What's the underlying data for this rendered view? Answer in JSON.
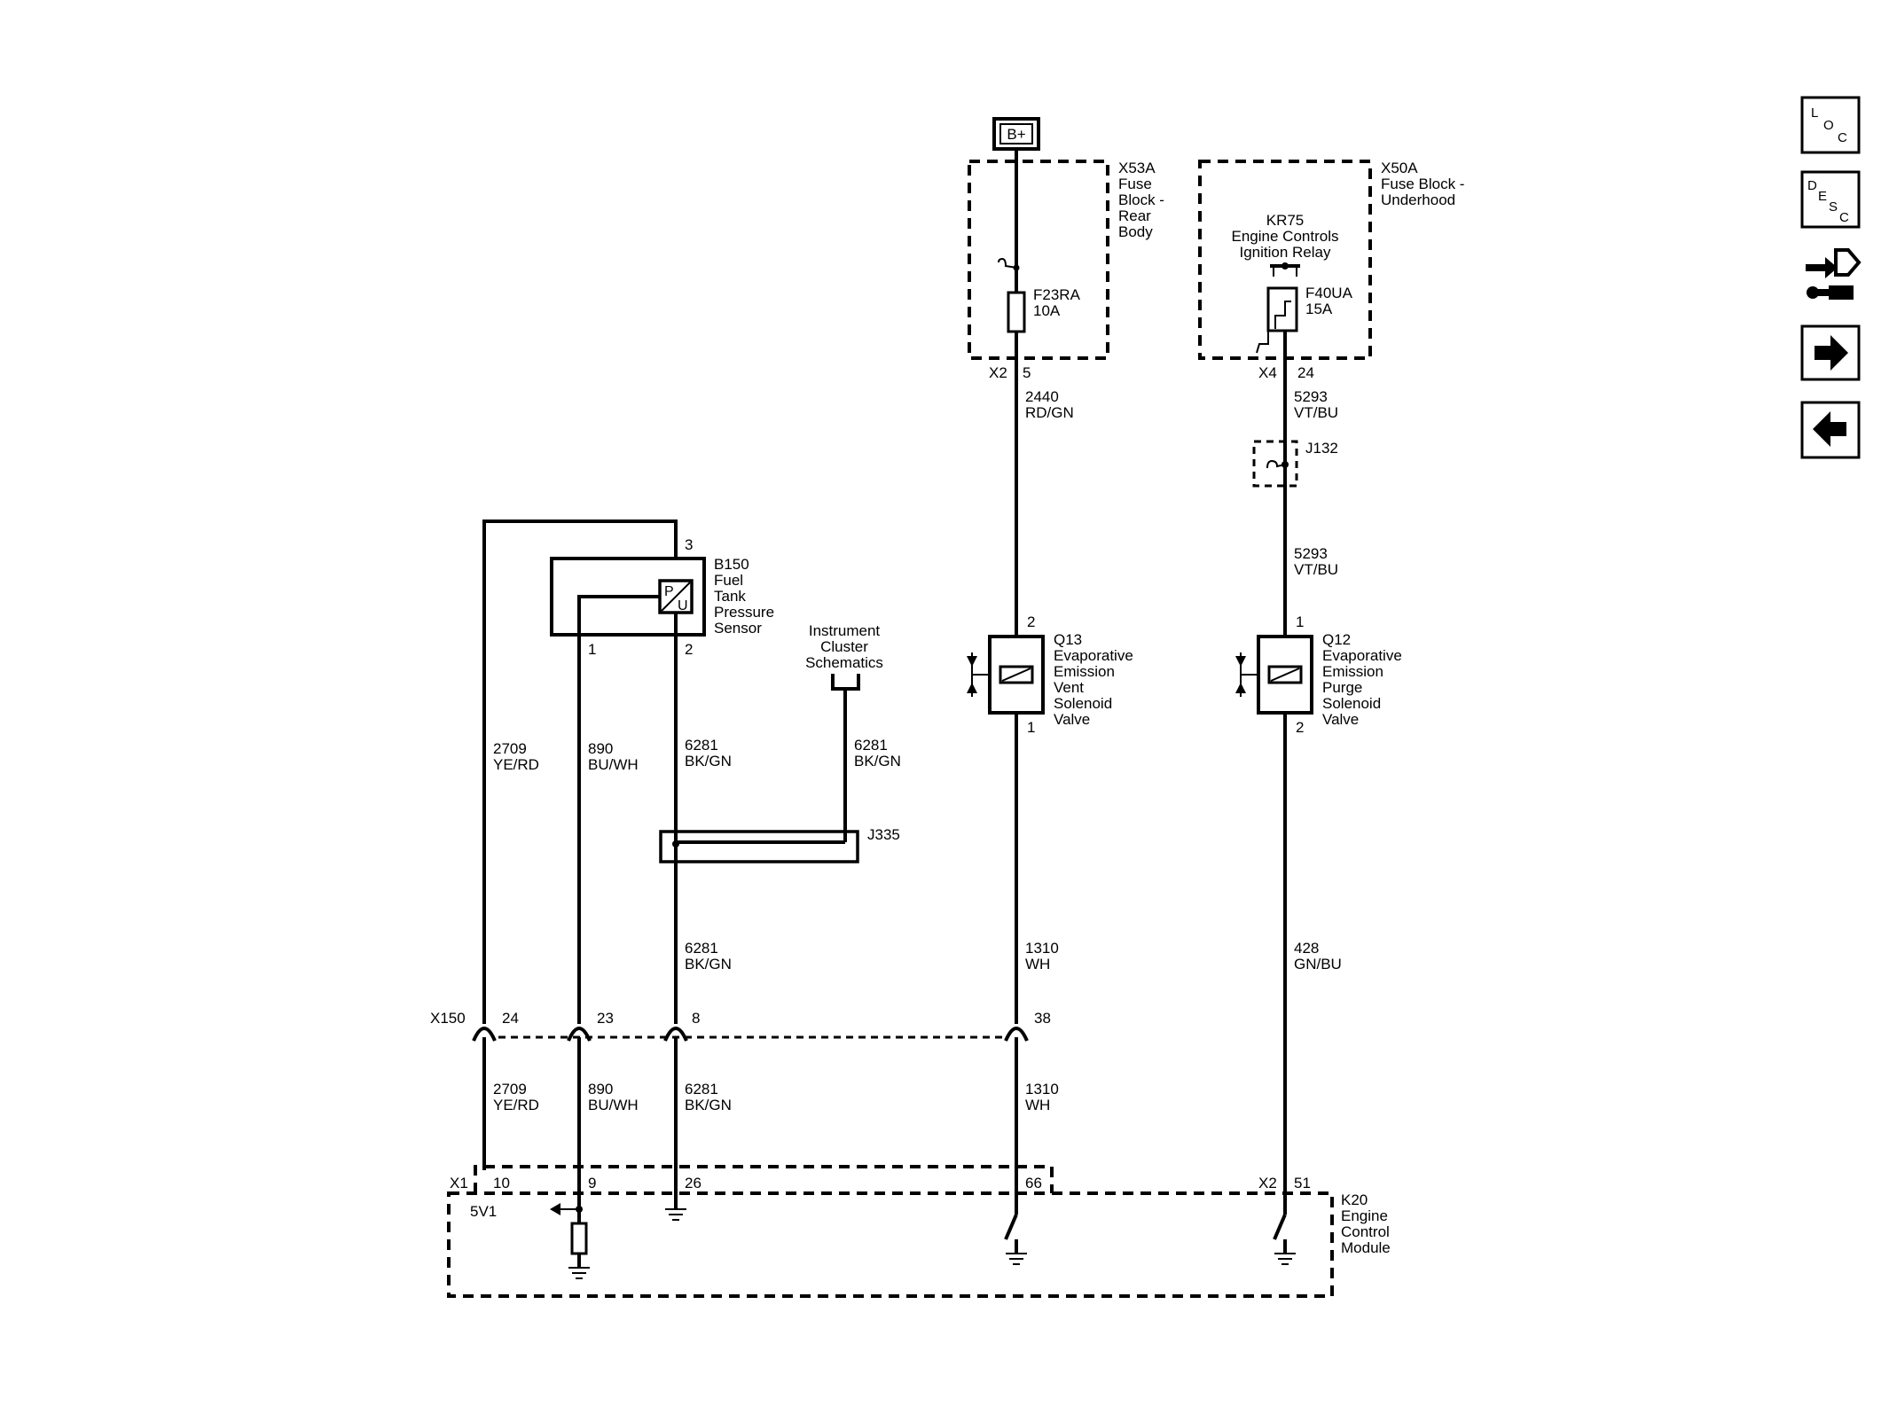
{
  "power_source": "B+",
  "fuse_block_rear": {
    "id": "X53A",
    "name": [
      "Fuse",
      "Block -",
      "Rear",
      "Body"
    ],
    "fuse": "F23RA",
    "rating": "10A",
    "connector": "X2",
    "pin": "5"
  },
  "fuse_block_underhood": {
    "id": "X50A",
    "name": [
      "Fuse Block -",
      "Underhood"
    ],
    "relay_id": "KR75",
    "relay_name": [
      "Engine Controls",
      "Ignition Relay"
    ],
    "fuse": "F40UA",
    "rating": "15A",
    "connector": "X4",
    "pin": "24"
  },
  "splice_j132": "J132",
  "splice_j335": "J335",
  "sensor_b150": {
    "id": "B150",
    "name": [
      "Fuel",
      "Tank",
      "Pressure",
      "Sensor"
    ],
    "pin_top": "3",
    "pin_1": "1",
    "pin_2": "2",
    "symbol_p": "P",
    "symbol_u": "U"
  },
  "instrument_cluster_ref": [
    "Instrument",
    "Cluster",
    "Schematics"
  ],
  "valve_q13": {
    "id": "Q13",
    "name": [
      "Evaporative",
      "Emission",
      "Vent",
      "Solenoid",
      "Valve"
    ],
    "pin_top": "2",
    "pin_bottom": "1"
  },
  "valve_q12": {
    "id": "Q12",
    "name": [
      "Evaporative",
      "Emission",
      "Purge",
      "Solenoid",
      "Valve"
    ],
    "pin_top": "1",
    "pin_bottom": "2"
  },
  "wires": {
    "w2440": [
      "2440",
      "RD/GN"
    ],
    "w5293a": [
      "5293",
      "VT/BU"
    ],
    "w5293b": [
      "5293",
      "VT/BU"
    ],
    "w2709a": [
      "2709",
      "YE/RD"
    ],
    "w890a": [
      "890",
      "BU/WH"
    ],
    "w6281a": [
      "6281",
      "BK/GN"
    ],
    "w6281ic": [
      "6281",
      "BK/GN"
    ],
    "w6281b": [
      "6281",
      "BK/GN"
    ],
    "w1310a": [
      "1310",
      "WH"
    ],
    "w428": [
      "428",
      "GN/BU"
    ],
    "w2709b": [
      "2709",
      "YE/RD"
    ],
    "w890b": [
      "890",
      "BU/WH"
    ],
    "w6281c": [
      "6281",
      "BK/GN"
    ],
    "w1310b": [
      "1310",
      "WH"
    ]
  },
  "inline_x150": {
    "id": "X150",
    "pins": [
      "24",
      "23",
      "8",
      "38"
    ]
  },
  "ecm_k20": {
    "id": "K20",
    "name": [
      "Engine",
      "Control",
      "Module"
    ],
    "conn_x1": "X1",
    "conn_x2": "X2",
    "pins_x1": [
      "10",
      "9",
      "26",
      "66"
    ],
    "pin_x2": "51",
    "ref_5v": "5V1"
  },
  "nav": {
    "loc": [
      "L",
      "O",
      "C"
    ],
    "desc": [
      "D",
      "E",
      "S",
      "C"
    ],
    "connector_icon": "connector-tool-icon",
    "next_icon": "arrow-right-icon",
    "prev_icon": "arrow-left-icon"
  }
}
